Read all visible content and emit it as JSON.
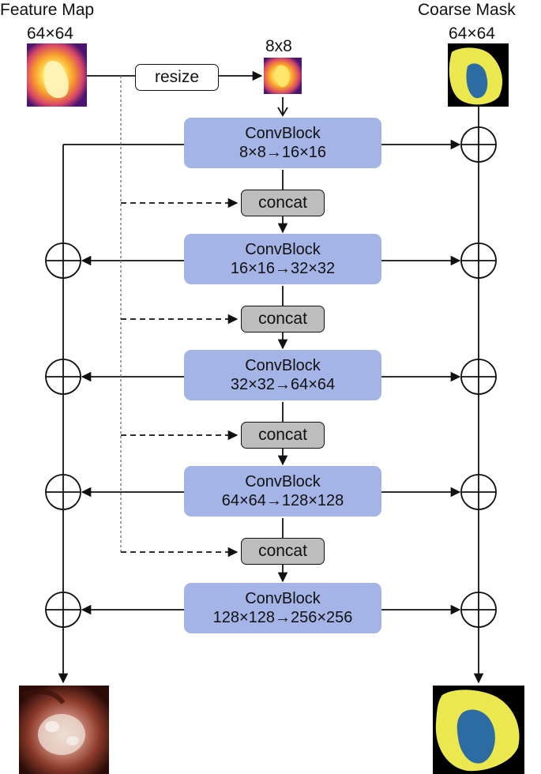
{
  "inputs": {
    "feature_map": {
      "title": "Feature Map",
      "size": "64×64"
    },
    "coarse_mask": {
      "title": "Coarse Mask",
      "size": "64×64"
    },
    "resized": {
      "size": "8x8"
    }
  },
  "resize_label": "resize",
  "concat_label": "concat",
  "conv_blocks": [
    {
      "name": "ConvBlock",
      "shape": "8×8→16×16"
    },
    {
      "name": "ConvBlock",
      "shape": "16×16→32×32"
    },
    {
      "name": "ConvBlock",
      "shape": "32×32→64×64"
    },
    {
      "name": "ConvBlock",
      "shape": "64×64→128×128"
    },
    {
      "name": "ConvBlock",
      "shape": "128×128→256×256"
    }
  ],
  "colors": {
    "conv_block": "#a4b4e6",
    "concat_block": "#bdbdbd",
    "mask_fill": "#ebe74f",
    "mask_core": "#2d6ba3",
    "line": "#111111"
  }
}
